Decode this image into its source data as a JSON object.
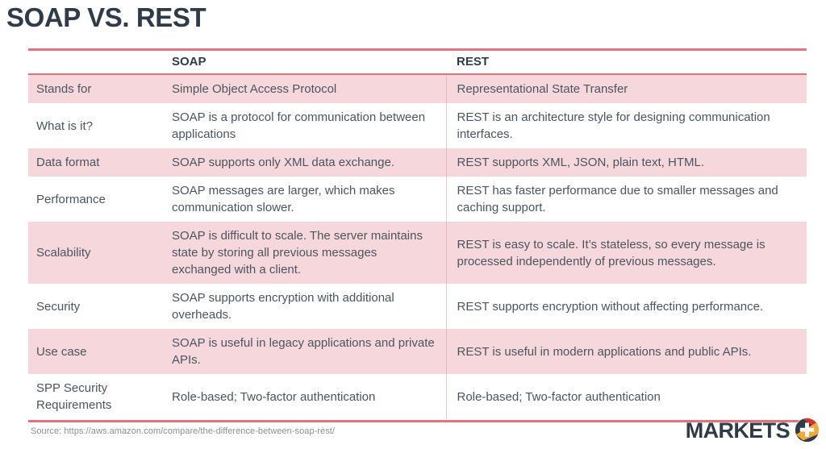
{
  "title": "SOAP VS. REST",
  "table": {
    "columns": [
      "",
      "SOAP",
      "REST"
    ],
    "rows": [
      {
        "label": "Stands for",
        "soap": "Simple Object Access Protocol",
        "rest": "Representational State Transfer",
        "shaded": true
      },
      {
        "label": "What is it?",
        "soap": "SOAP is a protocol for communication between applications",
        "rest": "REST is an architecture style for designing communication interfaces.",
        "shaded": false
      },
      {
        "label": "Data format",
        "soap": "SOAP supports only XML data exchange.",
        "rest": "REST supports XML, JSON, plain text, HTML.",
        "shaded": true
      },
      {
        "label": "Performance",
        "soap": "SOAP messages are larger, which makes communication slower.",
        "rest": "REST has faster performance due to smaller messages and caching support.",
        "shaded": false
      },
      {
        "label": "Scalability",
        "soap": "SOAP is difficult to scale. The server maintains state by storing all previous messages exchanged with a client.",
        "rest": "REST is easy to scale. It’s stateless, so every message is processed independently of previous messages.",
        "shaded": true
      },
      {
        "label": "Security",
        "soap": "SOAP supports encryption with additional overheads.",
        "rest": "REST supports encryption without affecting performance.",
        "shaded": false
      },
      {
        "label": "Use case",
        "soap": "SOAP is useful in legacy applications and private APIs.",
        "rest": "REST is useful in modern applications and public APIs.",
        "shaded": true
      },
      {
        "label": "SPP Security Requirements",
        "soap": "Role-based; Two-factor authentication",
        "rest": "Role-based; Two-factor authentication",
        "shaded": false
      }
    ]
  },
  "footer": {
    "source": "Source: https://aws.amazon.com/compare/the-difference-between-soap-rest/",
    "brand_word": "MARKETS",
    "brand_icon": "markets-plus-circle-icon"
  },
  "colors": {
    "accent_rule": "#e2737b",
    "row_shade": "#f6d8dc",
    "title_text": "#2f3b48",
    "body_text": "#4a555f",
    "source_text": "#8b8f94",
    "brand_orange": "#f0a93c",
    "brand_red": "#d8322b",
    "brand_dark": "#2f3b48"
  }
}
